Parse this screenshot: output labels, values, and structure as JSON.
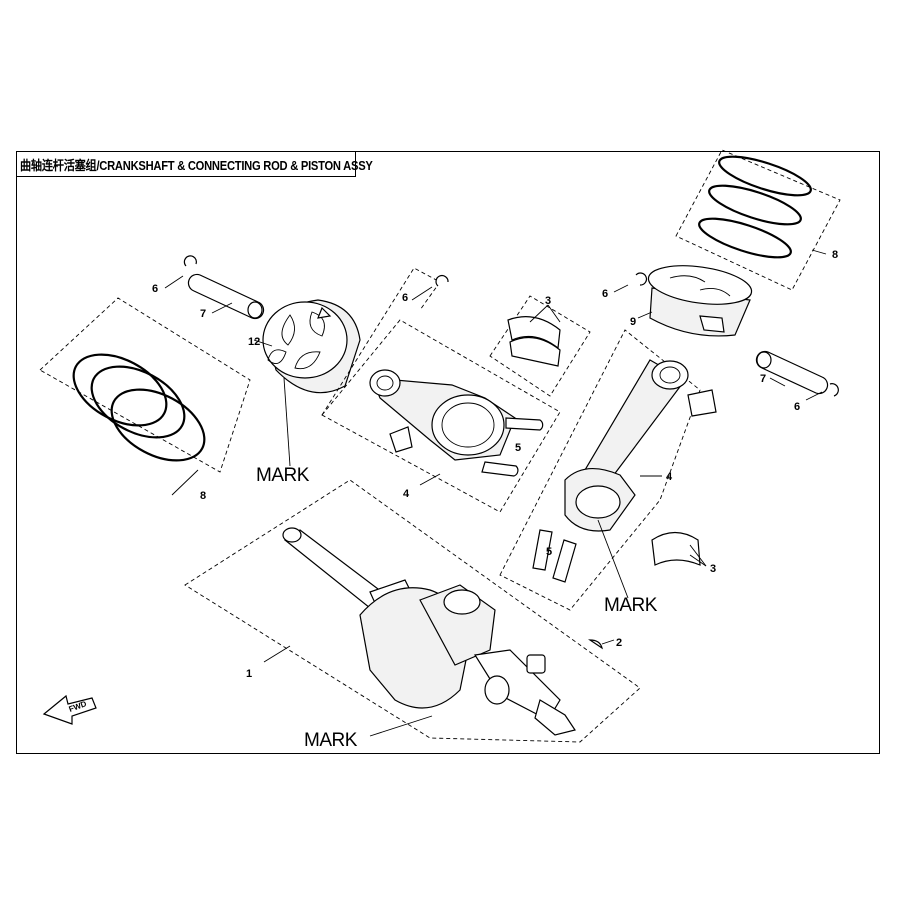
{
  "diagram": {
    "title": "曲轴连杆活塞组/CRANKSHAFT & CONNECTING ROD & PISTON ASSY",
    "callouts": {
      "c1": "1",
      "c2": "2",
      "c3a": "3",
      "c3b": "3",
      "c4a": "4",
      "c4b": "4",
      "c5a": "5",
      "c5b": "5",
      "c6a": "6",
      "c6b": "6",
      "c6c": "6",
      "c6d": "6",
      "c7a": "7",
      "c7b": "7",
      "c8a": "8",
      "c8b": "8",
      "c9": "9",
      "c12": "12"
    },
    "marks": {
      "m1": "MARK",
      "m2": "MARK",
      "m3": "MARK"
    },
    "fwd_label": "FWD"
  }
}
